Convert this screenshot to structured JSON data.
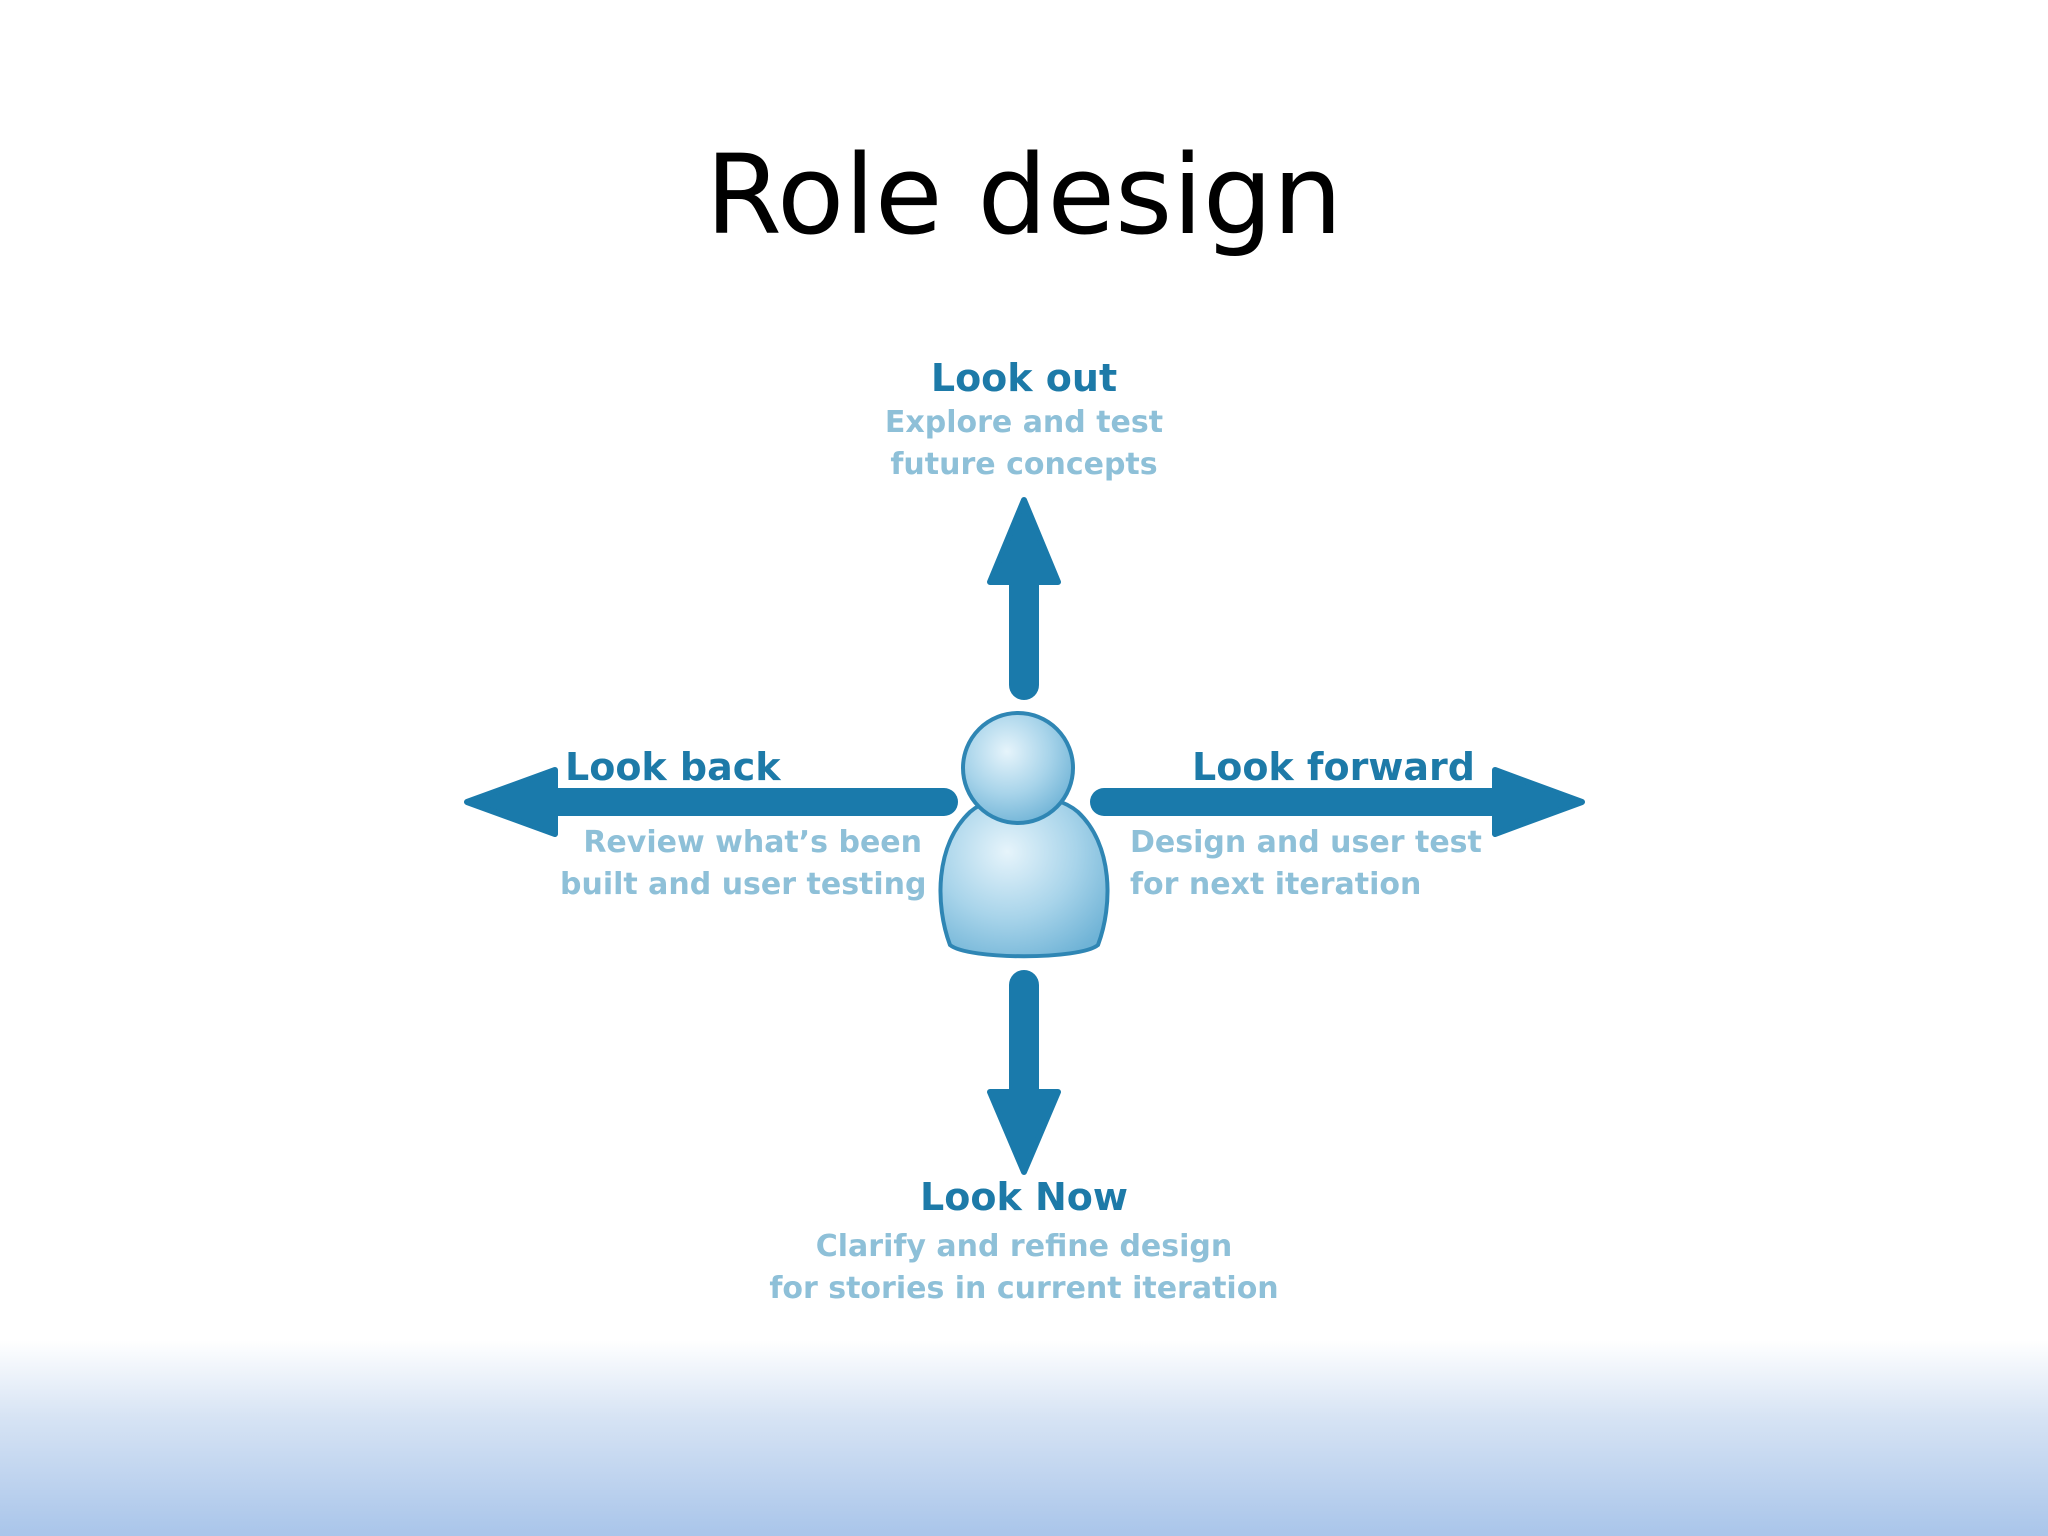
{
  "slide": {
    "title": "Role design"
  },
  "diagram": {
    "accent_color": "#1a7aab",
    "label_color": "#1d7aa8",
    "desc_color": "#8ec0d8",
    "person_icon": "person-icon",
    "directions": {
      "up": {
        "label": "Look out",
        "desc_line1": "Explore and test",
        "desc_line2": "future concepts"
      },
      "left": {
        "label": "Look back",
        "desc_line1": "Review what’s been",
        "desc_line2": "built and user testing"
      },
      "right": {
        "label": "Look forward",
        "desc_line1": "Design and user test",
        "desc_line2": "for next iteration"
      },
      "down": {
        "label": "Look Now",
        "desc_line1": "Clarify and refine design",
        "desc_line2": "for stories in current iteration"
      }
    }
  }
}
